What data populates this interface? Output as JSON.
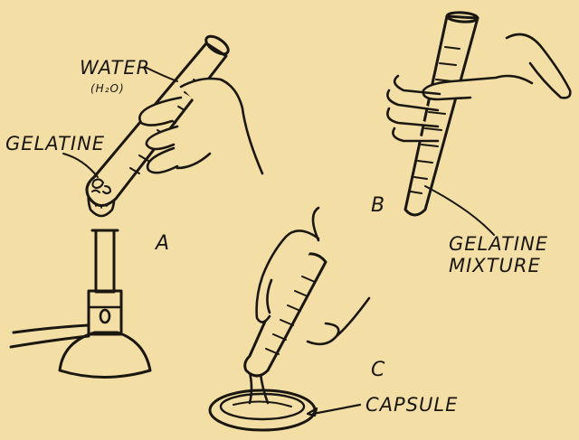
{
  "labels": {
    "water": "WATER",
    "water_formula": "(H₂O)",
    "gelatine": "GELATINE",
    "panel_a": "A",
    "panel_b": "B",
    "panel_c": "C",
    "gelatine_mixture_line1": "GELATINE",
    "gelatine_mixture_line2": "MIXTURE",
    "capsule": "CAPSULE"
  },
  "colors": {
    "paper": "#f3dfa6",
    "ink": "#1a1610"
  }
}
